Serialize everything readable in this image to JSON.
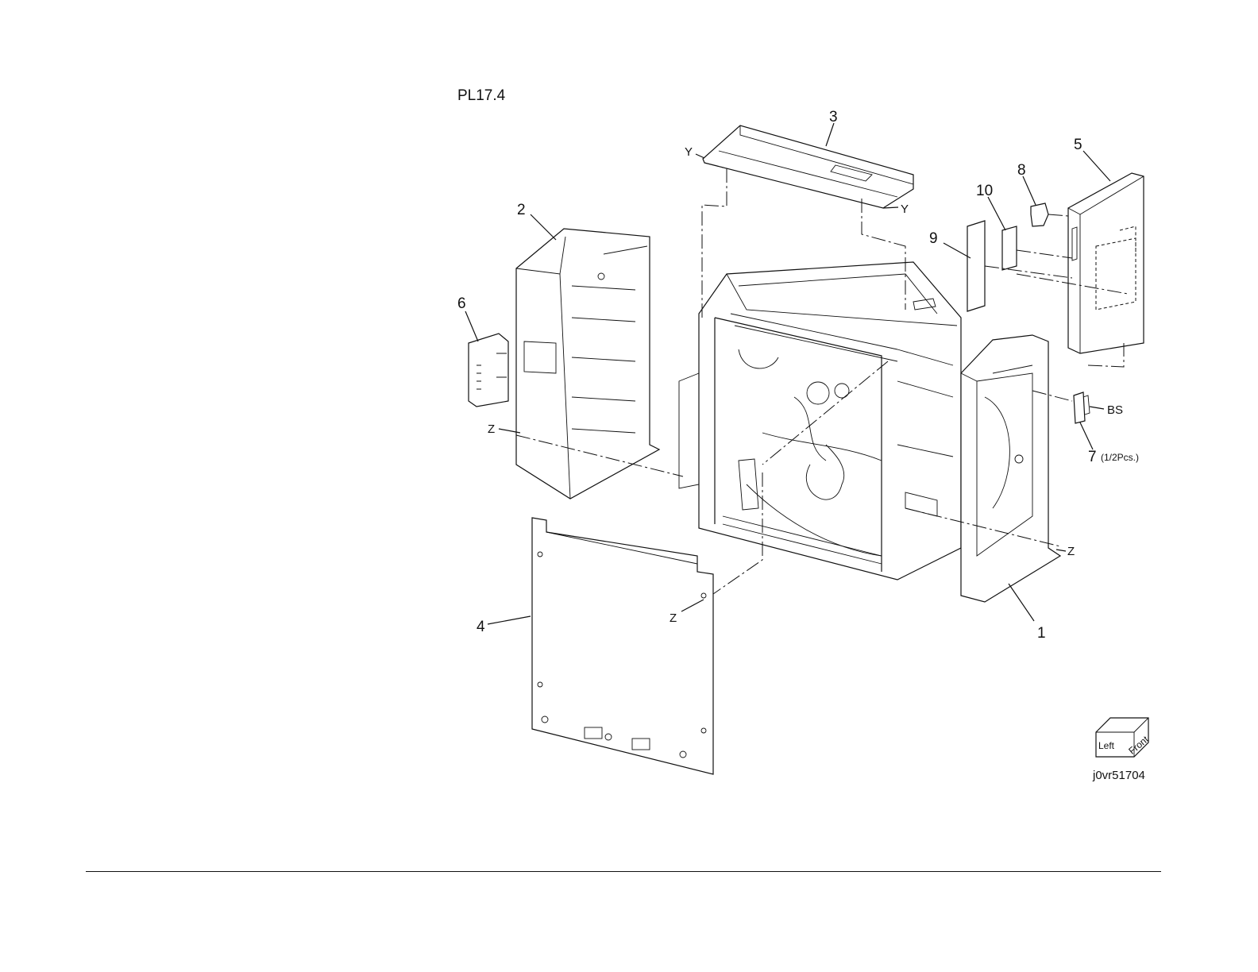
{
  "plate": {
    "id": "PL17.4"
  },
  "callouts": {
    "c1": "1",
    "c2": "2",
    "c3": "3",
    "c4": "4",
    "c5": "5",
    "c6": "6",
    "c7": "7",
    "c7_qty": "(1/2Pcs.)",
    "c8": "8",
    "c9": "9",
    "c10": "10"
  },
  "markers": {
    "y_left": "Y",
    "y_right": "Y",
    "z_left": "Z",
    "z_right": "Z",
    "z_bottom": "Z",
    "bs": "BS"
  },
  "orientation_cube": {
    "left_face": "Left",
    "front_face": "Front"
  },
  "figure_code": "j0vr51704"
}
